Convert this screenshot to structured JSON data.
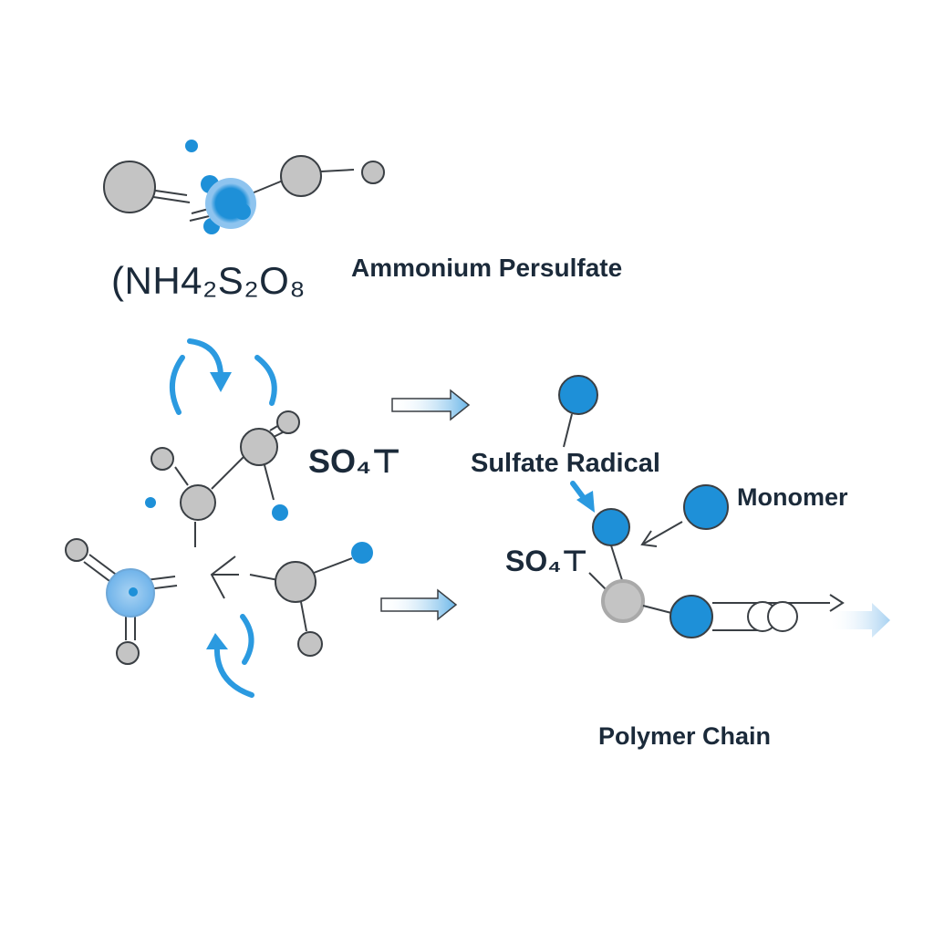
{
  "labels": {
    "formula": "(NH4₂S₂O₈",
    "reactant_name": "Ammonium Persulfate",
    "so4_upper": "SO₄⊤",
    "radical_name": "Sulfate Radical",
    "monomer_name": "Monomer",
    "so4_lower": "SO₄⊤",
    "polymer_name": "Polymer Chain"
  },
  "colors": {
    "atom_gray": "#c4c4c4",
    "atom_blue": "#1e90d8",
    "atom_light_blue": "#8ec4ef",
    "outline": "#3a3f44",
    "arrow_blue": "#2b9ae0",
    "text": "#1b2a3a"
  }
}
